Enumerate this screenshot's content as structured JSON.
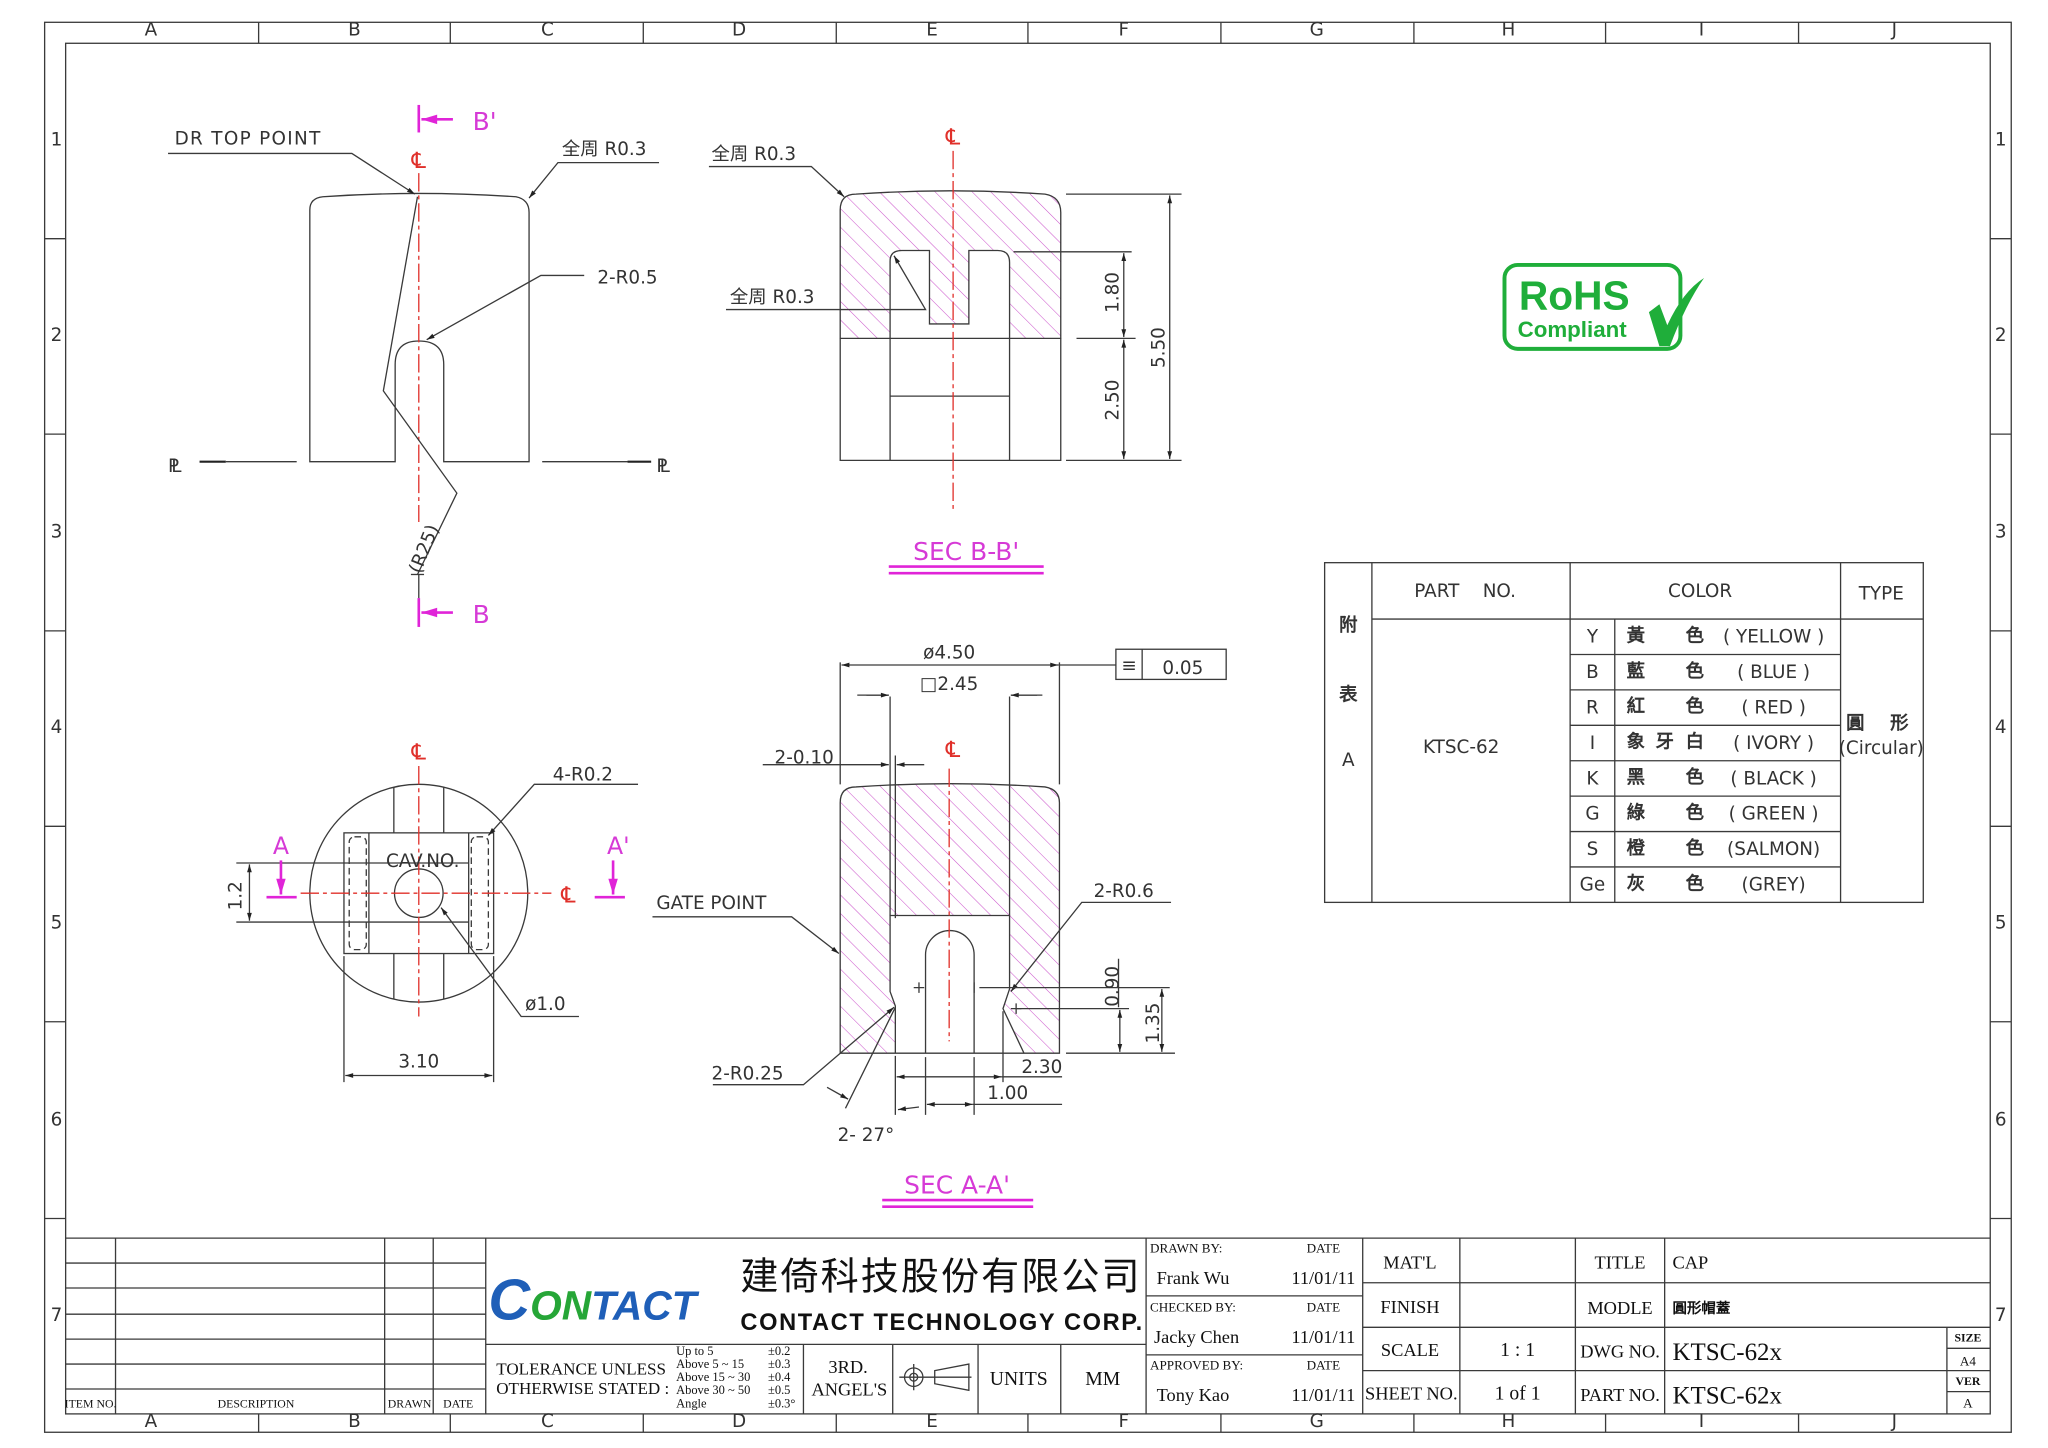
{
  "frame": {
    "columns": [
      "A",
      "B",
      "C",
      "D",
      "E",
      "F",
      "G",
      "H",
      "I",
      "J"
    ],
    "rows": [
      "1",
      "2",
      "3",
      "4",
      "5",
      "6",
      "7"
    ]
  },
  "symbols": {
    "centerline": "℄",
    "parting_line": "PL"
  },
  "view_front": {
    "dr_top_point": "DR TOP POINT",
    "round_all": "全周 R0.3",
    "slot_radius": "2-R0.5",
    "draft_radius": "(R25)",
    "section_mark_top": "B'",
    "section_mark_bottom": "B"
  },
  "section_b": {
    "round_all_outer": "全周 R0.3",
    "round_all_inner": "全周 R0.3",
    "dim_1": "1.80",
    "dim_2": "2.50",
    "dim_total": "5.50",
    "title": "SEC B-B'"
  },
  "view_bottom": {
    "corner_radius": "4-R0.2",
    "cavity_label": "CAV.NO.",
    "hole_dia": "ø1.0",
    "width": "3.10",
    "height": "1.2",
    "section_mark_left": "A",
    "section_mark_right": "A'"
  },
  "section_a": {
    "diameter": "ø4.50",
    "square": "□2.45",
    "symmetry_symbol": "≡",
    "symmetry_tol": "0.05",
    "offset": "2-0.10",
    "gate_point": "GATE POINT",
    "radius_06": "2-R0.6",
    "radius_025": "2-R0.25",
    "angle": "2- 27°",
    "dim_090": "0.90",
    "dim_135": "1.35",
    "dim_230": "2.30",
    "dim_100": "1.00",
    "title": "SEC A-A'"
  },
  "rohs": {
    "line1": "RoHS",
    "line2": "Compliant",
    "color": "#1fae3a"
  },
  "color_table": {
    "side_label": [
      "附",
      "表",
      "A"
    ],
    "headers": {
      "part_no": "PART    NO.",
      "color": "COLOR",
      "type": "TYPE"
    },
    "part_no": "KTSC-62",
    "type_cn": "圓    形",
    "type_en": "(Circular)",
    "rows": [
      {
        "code": "Y",
        "cn": [
          "黃",
          "",
          "色"
        ],
        "en": "( YELLOW )"
      },
      {
        "code": "B",
        "cn": [
          "藍",
          "",
          "色"
        ],
        "en": "(  BLUE   )"
      },
      {
        "code": "R",
        "cn": [
          "紅",
          "",
          "色"
        ],
        "en": "(   RED   )"
      },
      {
        "code": "I",
        "cn": [
          "象",
          "牙",
          "白"
        ],
        "en": "(  IVORY  )"
      },
      {
        "code": "K",
        "cn": [
          "黑",
          "",
          "色"
        ],
        "en": "(  BLACK  )"
      },
      {
        "code": "G",
        "cn": [
          "綠",
          "",
          "色"
        ],
        "en": "(  GREEN  )"
      },
      {
        "code": "S",
        "cn": [
          "橙",
          "",
          "色"
        ],
        "en": "(SALMON)"
      },
      {
        "code": "Ge",
        "cn": [
          "灰",
          "",
          "色"
        ],
        "en": "(GREY)"
      }
    ]
  },
  "title_block": {
    "items_headers": {
      "item_no": "ITEM NO.",
      "description": "DESCRIPTION",
      "drawn": "DRAWN",
      "date": "DATE"
    },
    "logo": {
      "parts": [
        "C",
        "ON",
        "TA",
        "CT"
      ],
      "blue": "#1f5fb8",
      "green": "#26a637"
    },
    "company_cn": "建倚科技股份有限公司",
    "company_en": "CONTACT TECHNOLOGY CORP.",
    "tolerance_label_1": "TOLERANCE UNLESS",
    "tolerance_label_2": "OTHERWISE STATED :",
    "tolerances": [
      {
        "range": "Up to 5",
        "value": "±0.2"
      },
      {
        "range": "Above 5 ~ 15",
        "value": "±0.3"
      },
      {
        "range": "Above 15 ~ 30",
        "value": "±0.4"
      },
      {
        "range": "Above 30 ~ 50",
        "value": "±0.5"
      },
      {
        "range": "Angle",
        "value": "±0.3°"
      }
    ],
    "projection_1": "3RD.",
    "projection_2": "ANGEL'S",
    "units_label": "UNITS",
    "units_value": "MM",
    "drawn_by_label": "DRAWN BY:",
    "drawn_by": "Frank Wu",
    "drawn_date": "11/01/11",
    "checked_by_label": "CHECKED BY:",
    "checked_by": "Jacky Chen",
    "checked_date": "11/01/11",
    "approved_by_label": "APPROVED BY:",
    "approved_by": "Tony Kao",
    "approved_date": "11/01/11",
    "date_label": "DATE",
    "material_label": "MAT'L",
    "material": "",
    "finish_label": "FINISH",
    "finish": "",
    "scale_label": "SCALE",
    "scale": "1 : 1",
    "sheet_label": "SHEET NO.",
    "sheet": "1 of 1",
    "title_label": "TITLE",
    "title": "CAP",
    "model_label": "MODLE",
    "model": "圓形帽蓋",
    "dwg_label": "DWG NO.",
    "dwg_no": "KTSC-62x",
    "part_label": "PART NO.",
    "part_no": "KTSC-62x",
    "size_label": "SIZE",
    "size": "A4",
    "ver_label": "VER",
    "ver": "A"
  }
}
